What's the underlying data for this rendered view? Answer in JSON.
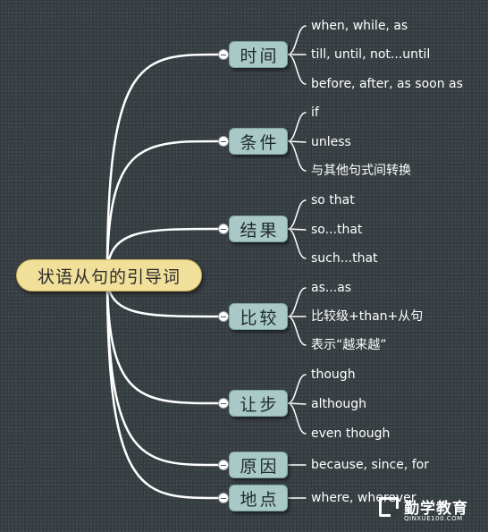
{
  "root": {
    "label": "状语从句的引导词"
  },
  "branches": [
    {
      "label": "时间",
      "items": [
        "when, while, as",
        "till, until, not...until",
        "before, after, as soon as"
      ]
    },
    {
      "label": "条件",
      "items": [
        "if",
        "unless",
        "与其他句式间转换"
      ]
    },
    {
      "label": "结果",
      "items": [
        "so that",
        "so...that",
        "such...that"
      ]
    },
    {
      "label": "比较",
      "items": [
        "as...as",
        "比较级+than+从句",
        "表示“越来越”"
      ]
    },
    {
      "label": "让步",
      "items": [
        "though",
        "although",
        "even though"
      ]
    },
    {
      "label": "原因",
      "items": [
        "because, since, for"
      ]
    },
    {
      "label": "地点",
      "items": [
        "where, wherever"
      ]
    }
  ],
  "watermark": {
    "brand": "勤学教育",
    "site": "QINXUE100.COM"
  },
  "colors": {
    "background": "#363d41",
    "root": "#f0e09a",
    "branch": "#a8c9c6",
    "line": "#ffffff"
  }
}
